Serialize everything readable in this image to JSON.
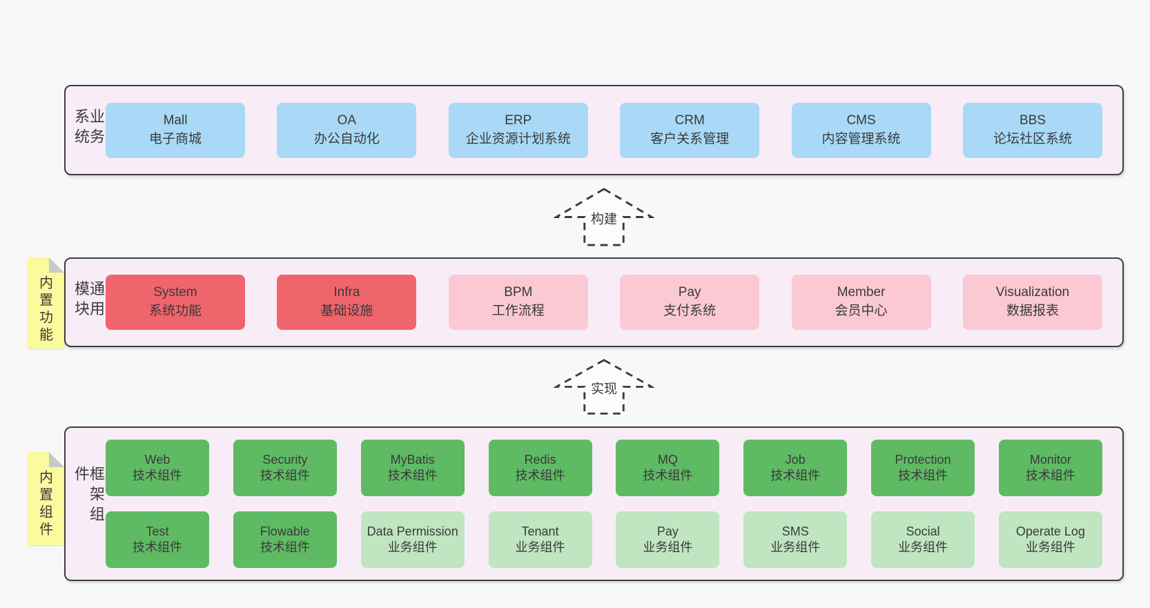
{
  "layers": [
    {
      "title": "业务系统",
      "rows": [
        {
          "boxes": [
            {
              "en": "Mall",
              "zh": "电子商城",
              "color": "blue"
            },
            {
              "en": "OA",
              "zh": "办公自动化",
              "color": "blue"
            },
            {
              "en": "ERP",
              "zh": "企业资源计划系统",
              "color": "blue"
            },
            {
              "en": "CRM",
              "zh": "客户关系管理",
              "color": "blue"
            },
            {
              "en": "CMS",
              "zh": "内容管理系统",
              "color": "blue"
            },
            {
              "en": "BBS",
              "zh": "论坛社区系统",
              "color": "blue"
            }
          ]
        }
      ]
    },
    {
      "title": "通用模块",
      "rows": [
        {
          "boxes": [
            {
              "en": "System",
              "zh": "系统功能",
              "color": "red"
            },
            {
              "en": "Infra",
              "zh": "基础设施",
              "color": "red"
            },
            {
              "en": "BPM",
              "zh": "工作流程",
              "color": "pink"
            },
            {
              "en": "Pay",
              "zh": "支付系统",
              "color": "pink"
            },
            {
              "en": "Member",
              "zh": "会员中心",
              "color": "pink"
            },
            {
              "en": "Visualization",
              "zh": "数据报表",
              "color": "pink"
            }
          ]
        }
      ]
    },
    {
      "title": "框架组件",
      "rows": [
        {
          "boxes": [
            {
              "en": "Web",
              "zh": "技术组件",
              "color": "green"
            },
            {
              "en": "Security",
              "zh": "技术组件",
              "color": "green"
            },
            {
              "en": "MyBatis",
              "zh": "技术组件",
              "color": "green"
            },
            {
              "en": "Redis",
              "zh": "技术组件",
              "color": "green"
            },
            {
              "en": "MQ",
              "zh": "技术组件",
              "color": "green"
            },
            {
              "en": "Job",
              "zh": "技术组件",
              "color": "green"
            },
            {
              "en": "Protection",
              "zh": "技术组件",
              "color": "green"
            },
            {
              "en": "Monitor",
              "zh": "技术组件",
              "color": "green"
            }
          ]
        },
        {
          "boxes": [
            {
              "en": "Test",
              "zh": "技术组件",
              "color": "green"
            },
            {
              "en": "Flowable",
              "zh": "技术组件",
              "color": "green"
            },
            {
              "en": "Data Permission",
              "zh": "业务组件",
              "color": "lgreen"
            },
            {
              "en": "Tenant",
              "zh": "业务组件",
              "color": "lgreen"
            },
            {
              "en": "Pay",
              "zh": "业务组件",
              "color": "lgreen"
            },
            {
              "en": "SMS",
              "zh": "业务组件",
              "color": "lgreen"
            },
            {
              "en": "Social",
              "zh": "业务组件",
              "color": "lgreen"
            },
            {
              "en": "Operate Log",
              "zh": "业务组件",
              "color": "lgreen"
            }
          ]
        }
      ]
    }
  ],
  "arrows": [
    {
      "label": "构建"
    },
    {
      "label": "实现"
    }
  ],
  "notes": [
    {
      "label": "内置功能"
    },
    {
      "label": "内置组件"
    }
  ],
  "colors": {
    "page_bg": "#f8f8f8",
    "layer_bg": "#f8edf7",
    "layer_border": "#3c3c3c",
    "business_blue": "#a9d9f6",
    "core_red": "#f0646b",
    "optional_pink": "#fac9d3",
    "tech_green": "#5fba64",
    "biz_light_green": "#bfe5c1",
    "note_yellow": "#fbfa9d",
    "note_fold_gray": "#c9c9c9",
    "text": "#3a3a3a"
  }
}
